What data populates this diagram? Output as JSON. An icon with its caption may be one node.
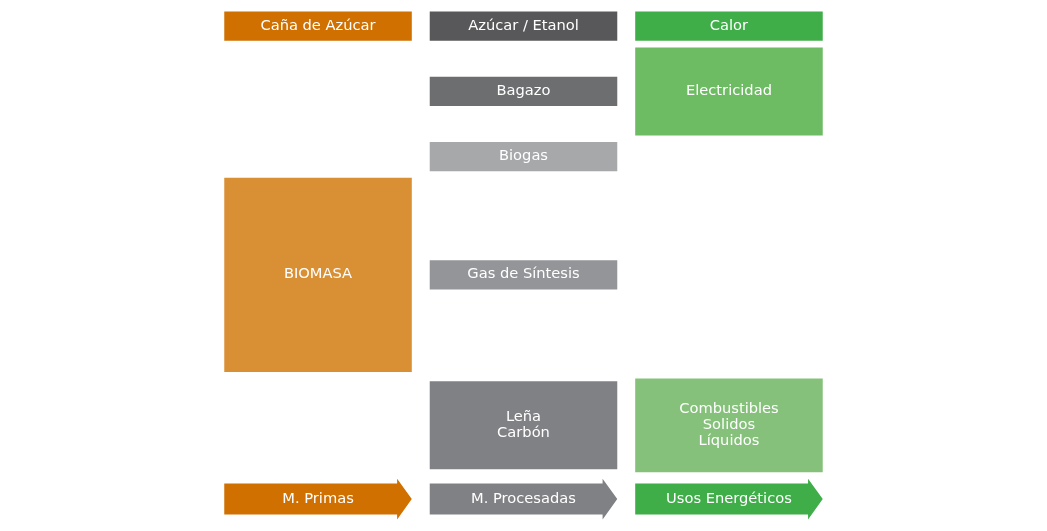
{
  "diagram": {
    "nodes": [
      {
        "text": [
          "Caña de Azúcar"
        ]
      },
      {
        "text": [
          "BIOMASA"
        ]
      },
      {
        "text": [
          "Azúcar / Etanol"
        ]
      },
      {
        "text": [
          "Bagazo"
        ]
      },
      {
        "text": [
          "Biogas"
        ]
      },
      {
        "text": [
          "Gas de Síntesis"
        ]
      },
      {
        "text": [
          "Leña",
          "Carbón"
        ]
      },
      {
        "text": [
          "Calor"
        ]
      },
      {
        "text": [
          "Electricidad"
        ]
      },
      {
        "text": [
          "Combustibles",
          "Solidos",
          "Líquidos"
        ]
      },
      {
        "text": [
          "M. Primas"
        ]
      },
      {
        "text": [
          "M. Procesadas"
        ]
      },
      {
        "text": [
          "Usos Energéticos"
        ]
      }
    ]
  }
}
